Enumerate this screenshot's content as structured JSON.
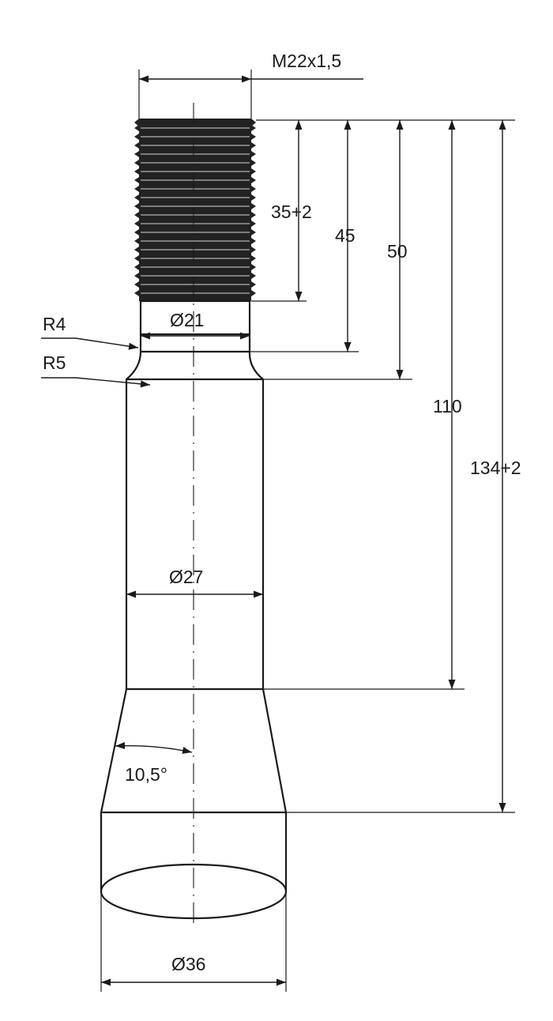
{
  "dimensions": {
    "thread": "M22x1,5",
    "thread_length": "35+2",
    "neck_length": "45",
    "collar_length": "50",
    "shank_length": "110",
    "overall_length": "134+2",
    "neck_diameter": "Ø21",
    "shank_diameter": "Ø27",
    "base_diameter": "Ø36",
    "taper_angle": "10,5°",
    "radius_upper": "R4",
    "radius_lower": "R5"
  },
  "colors": {
    "ink": "#1a1a1a",
    "thread_fill": "#222222"
  }
}
